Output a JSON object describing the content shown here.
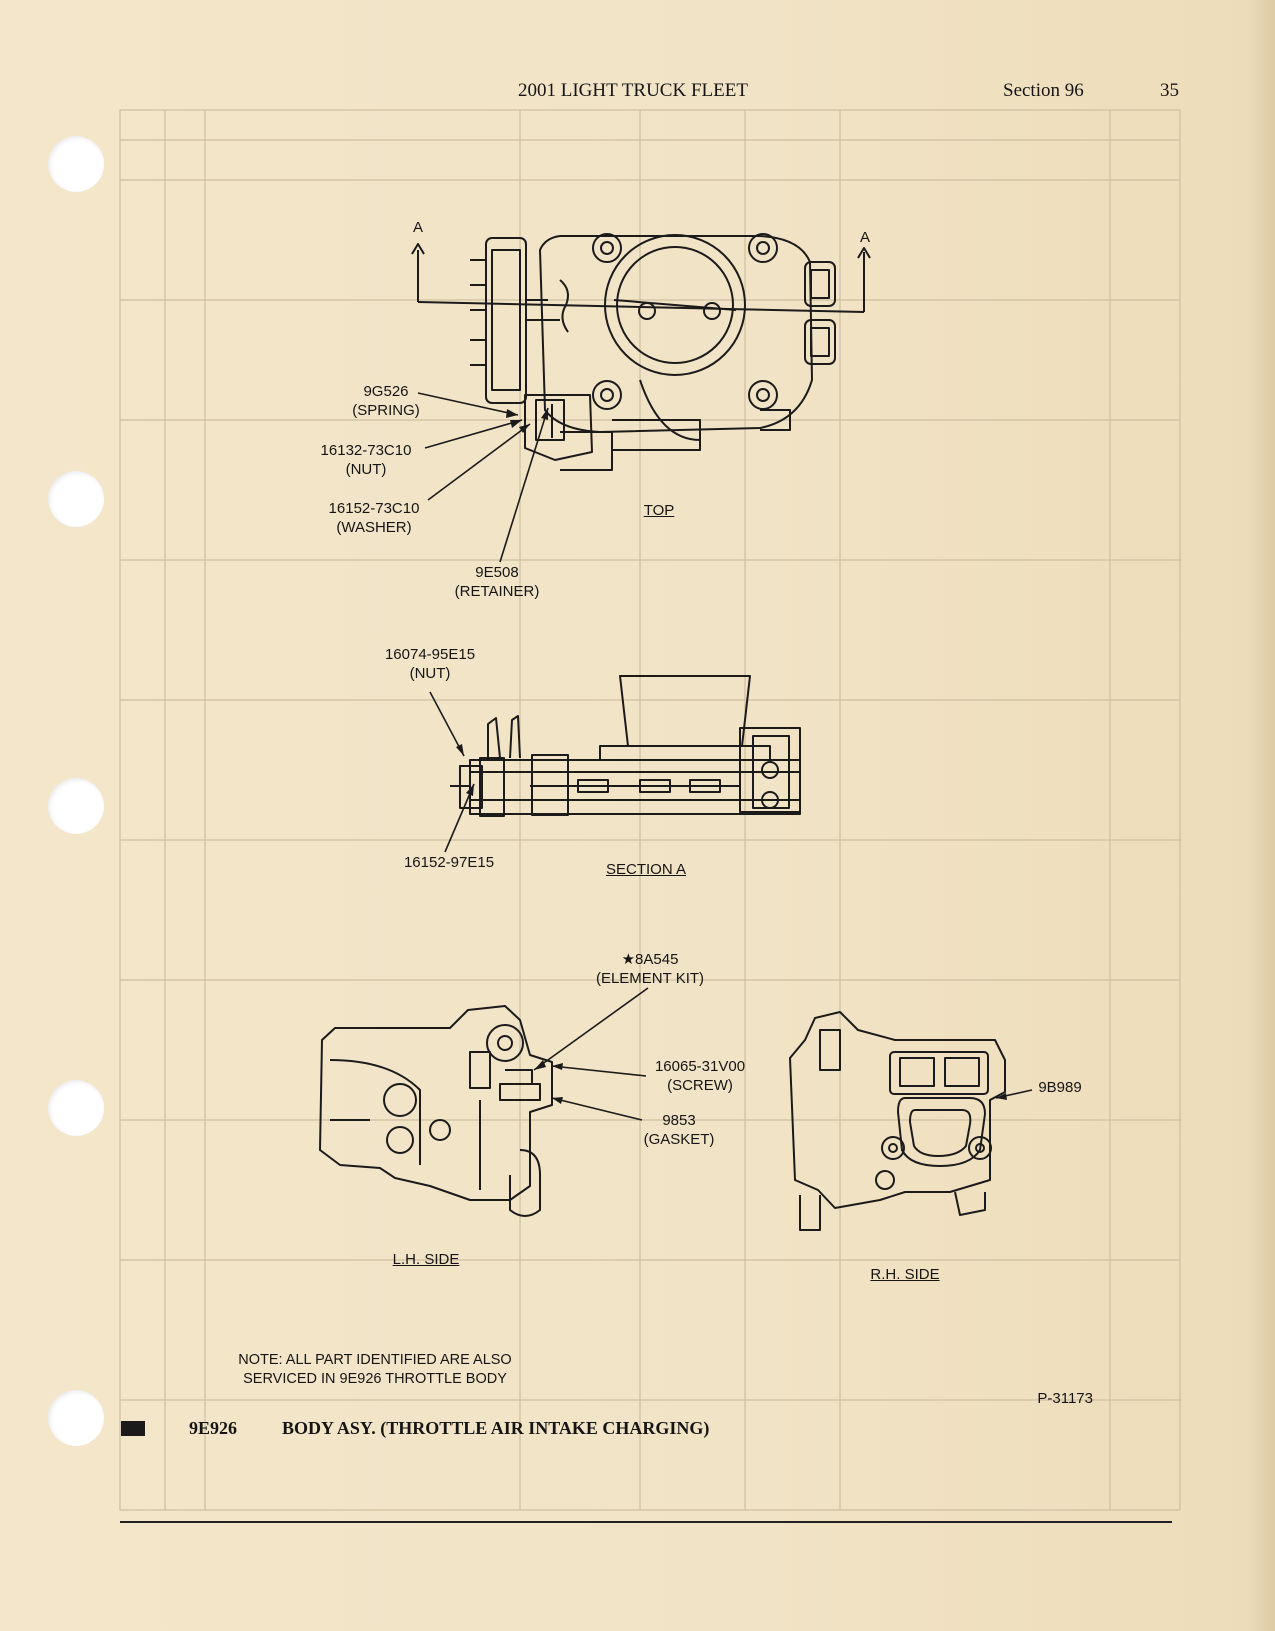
{
  "header": {
    "title": "2001   LIGHT TRUCK FLEET",
    "section": "Section 96",
    "page_number": "35"
  },
  "views": {
    "top": "TOP",
    "section_a": "SECTION A",
    "lh_side": "L.H. SIDE",
    "rh_side": "R.H. SIDE",
    "section_marker": "A"
  },
  "callouts": [
    {
      "id": "spring",
      "part": "9G526",
      "desc": "(SPRING)"
    },
    {
      "id": "nut1",
      "part": "16132-73C10",
      "desc": "(NUT)"
    },
    {
      "id": "washer",
      "part": "16152-73C10",
      "desc": "(WASHER)"
    },
    {
      "id": "retainer",
      "part": "9E508",
      "desc": "(RETAINER)"
    },
    {
      "id": "nut2",
      "part": "16074-95E15",
      "desc": "(NUT)"
    },
    {
      "id": "part97",
      "part": "16152-97E15",
      "desc": ""
    },
    {
      "id": "element",
      "part": "★8A545",
      "desc": "(ELEMENT KIT)"
    },
    {
      "id": "screw",
      "part": "16065-31V00",
      "desc": "(SCREW)"
    },
    {
      "id": "gasket",
      "part": "9853",
      "desc": "(GASKET)"
    },
    {
      "id": "b989",
      "part": "9B989",
      "desc": ""
    }
  ],
  "note": {
    "line1": "NOTE:  ALL PART IDENTIFIED ARE ALSO",
    "line2": "SERVICED IN 9E926 THROTTLE BODY"
  },
  "figure_id": "P-31173",
  "footer": {
    "part_number": "9E926",
    "title": "BODY ASY. (THROTTLE AIR INTAKE CHARGING)"
  }
}
